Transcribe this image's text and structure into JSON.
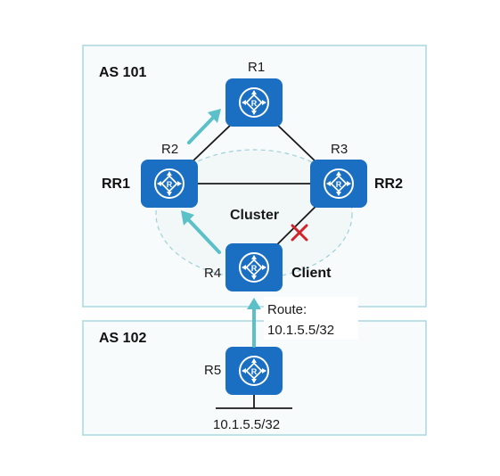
{
  "diagram": {
    "as_boxes": [
      {
        "id": "as101",
        "label": "AS 101"
      },
      {
        "id": "as102",
        "label": "AS 102"
      }
    ],
    "routers": [
      {
        "id": "R1",
        "name": "R1",
        "role": ""
      },
      {
        "id": "R2",
        "name": "R2",
        "role": "RR1"
      },
      {
        "id": "R3",
        "name": "R3",
        "role": "RR2"
      },
      {
        "id": "R4",
        "name": "R4",
        "role": "Client"
      },
      {
        "id": "R5",
        "name": "R5",
        "role": ""
      }
    ],
    "cluster_label": "Cluster",
    "route_label_line1": "Route:",
    "route_label_line2": "10.1.5.5/32",
    "network_label": "10.1.5.5/32",
    "colors": {
      "router_fill": "#1a6fc3",
      "as_box_border": "#a9d8de",
      "as_box_fill": "#f8fbfc",
      "arrow": "#5bc0c7",
      "cluster_text": "#3cb6c3",
      "cluster_border": "#9fd1d9",
      "blocked_mark": "#d2232a",
      "link": "#1a1a1a"
    }
  }
}
